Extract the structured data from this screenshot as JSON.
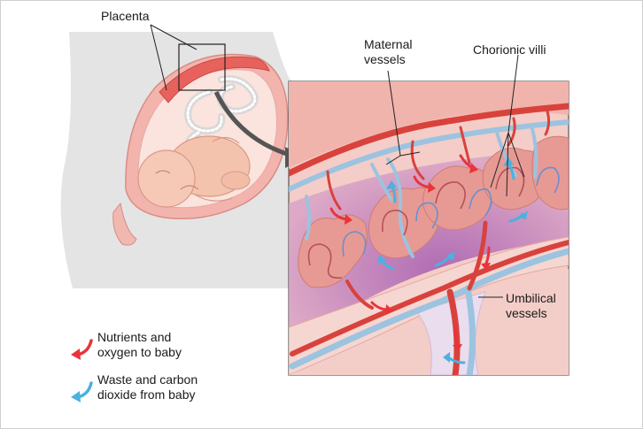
{
  "labels": {
    "placenta": "Placenta",
    "maternal_vessels": [
      "Maternal",
      "vessels"
    ],
    "chorionic_villi": "Chorionic villi",
    "umbilical_vessels": [
      "Umbilical",
      "vessels"
    ]
  },
  "legend": [
    {
      "lines": [
        "Nutrients and",
        "oxygen to baby"
      ],
      "color": "#e8343a",
      "icon": "red-curved-arrow-icon"
    },
    {
      "lines": [
        "Waste and carbon",
        "dioxide from baby"
      ],
      "color": "#4bb1e0",
      "icon": "blue-curved-arrow-icon"
    }
  ],
  "colors": {
    "body": "#e4e4e4",
    "uterus": "#f0b3ad",
    "placenta": "#e86a64",
    "fetus": "#f3c7b3",
    "maternal_artery": "#d9423c",
    "vein": "#9cc3e0",
    "villus": "#e79a93",
    "blood_pool": "#b76fb0"
  }
}
